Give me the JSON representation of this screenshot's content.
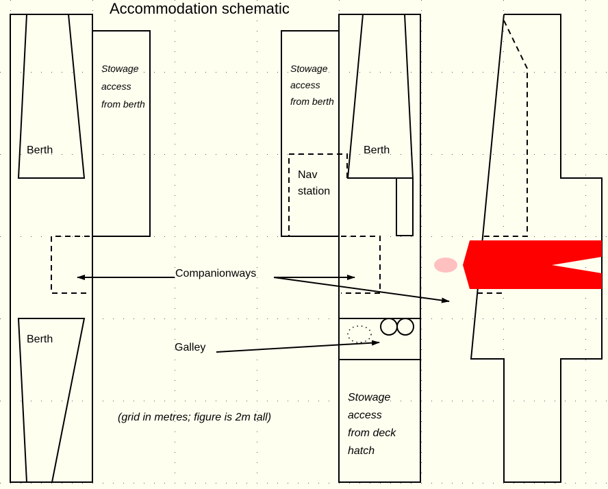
{
  "title": "Accommodation schematic",
  "labels": {
    "berth_top_left": "Berth",
    "berth_bottom_left": "Berth",
    "berth_right": "Berth",
    "stowage_left": [
      "Stowage",
      "access",
      "from berth"
    ],
    "stowage_mid": [
      "Stowage",
      "access",
      "from berth"
    ],
    "nav_station": [
      "Nav",
      "station"
    ],
    "companionways": "Companionways",
    "galley": "Galley",
    "stowage_deck": [
      "Stowage",
      "access",
      "from deck",
      "hatch"
    ],
    "note": "(grid in metres; figure is 2m tall)"
  },
  "colors": {
    "background": "#fffff0",
    "line": "#000000",
    "figure": "#ff0000",
    "head": "#ffc0c0"
  },
  "grid": {
    "units": "metres",
    "figure_height_m": 2
  }
}
